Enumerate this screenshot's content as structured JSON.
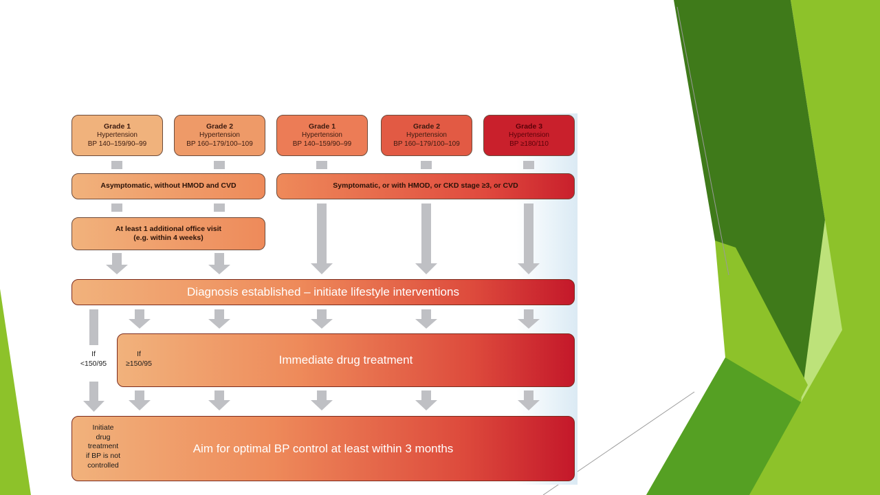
{
  "grades": [
    {
      "title": "Grade 1",
      "line1": "Hypertension",
      "line2": "BP 140–159/90–99"
    },
    {
      "title": "Grade 2",
      "line1": "Hypertension",
      "line2": "BP 160–179/100–109"
    },
    {
      "title": "Grade 1",
      "line1": "Hypertension",
      "line2": "BP 140–159/90–99"
    },
    {
      "title": "Grade 2",
      "line1": "Hypertension",
      "line2": "BP 160–179/100–109"
    },
    {
      "title": "Grade 3",
      "line1": "Hypertension",
      "line2": "BP ≥180/110"
    }
  ],
  "asymptomatic": "Asymptomatic, without HMOD and CVD",
  "symptomatic": "Symptomatic, or with HMOD, or CKD stage ≥3, or CVD",
  "office_visit": {
    "line1": "At least 1 additional office visit",
    "line2": "(e.g. within 4 weeks)"
  },
  "diagnosis": "Diagnosis established – initiate lifestyle interventions",
  "immediate": "Immediate drug treatment",
  "aim": "Aim for optimal BP control at least within 3 months",
  "if_low": {
    "line1": "If",
    "line2": "<150/95"
  },
  "if_high": {
    "line1": "If",
    "line2": "≥150/95"
  },
  "initiate_note": [
    "Initiate",
    "drug",
    "treatment",
    "if BP is not",
    "controlled"
  ],
  "colors": {
    "orange_light": "#f1b27c",
    "orange": "#ee8a5a",
    "red": "#d9443c",
    "dark_red": "#c4182a",
    "arrow_grey": "#bfc0c4",
    "green_dark": "#3f7a1a",
    "green": "#8dc22a",
    "green_light": "#bde27a"
  }
}
